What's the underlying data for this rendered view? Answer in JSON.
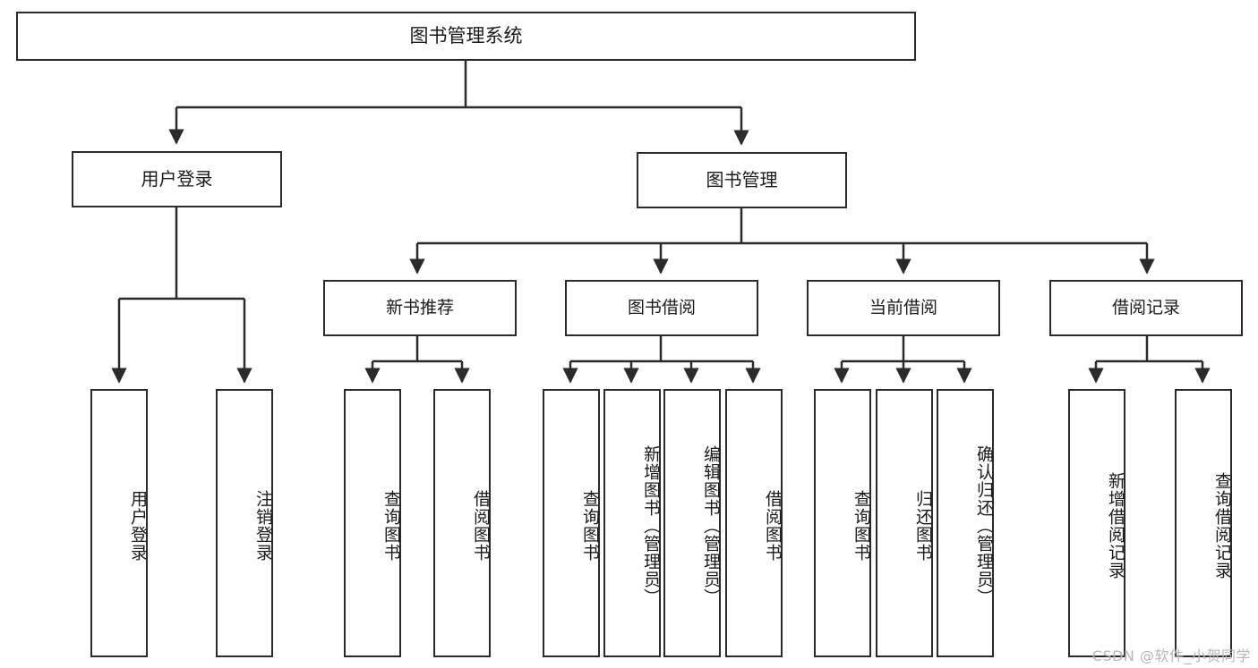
{
  "diagram": {
    "title": "图书管理系统",
    "root": {
      "label": "图书管理系统"
    },
    "level2": [
      {
        "label": "用户登录"
      },
      {
        "label": "图书管理"
      }
    ],
    "level3": [
      {
        "label": "新书推荐"
      },
      {
        "label": "图书借阅"
      },
      {
        "label": "当前借阅"
      },
      {
        "label": "借阅记录"
      }
    ],
    "leaves": [
      {
        "label": "用户登录"
      },
      {
        "label": "注销登录"
      },
      {
        "label": "查询图书"
      },
      {
        "label": "借阅图书"
      },
      {
        "label": "查询图书"
      },
      {
        "label": "新增图书（管理员）"
      },
      {
        "label": "编辑图书（管理员）"
      },
      {
        "label": "借阅图书"
      },
      {
        "label": "查询图书"
      },
      {
        "label": "归还图书"
      },
      {
        "label": "确认归还（管理员）"
      },
      {
        "label": "新增借阅记录"
      },
      {
        "label": "查询借阅记录"
      }
    ],
    "watermark": "CSDN @软件_小贺同学",
    "colors": {
      "stroke": "#2b2b2b",
      "fill": "#ffffff",
      "text": "#1a1a1a",
      "watermark": "#b7b7b7"
    }
  }
}
